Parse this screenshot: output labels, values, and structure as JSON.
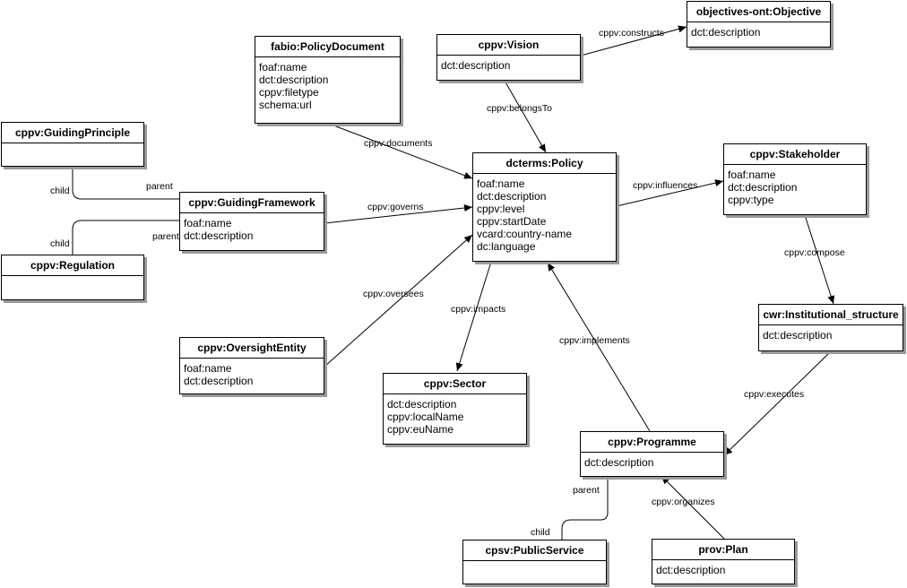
{
  "colors": {
    "stroke": "#000000",
    "shadow": "#9a9a9a",
    "background": "#ffffff"
  },
  "classes": {
    "objective": {
      "title": "objectives-ont:Objective",
      "attributes": [
        "dct:description"
      ]
    },
    "vision": {
      "title": "cppv:Vision",
      "attributes": [
        "dct:description"
      ]
    },
    "policydoc": {
      "title": "fabio:PolicyDocument",
      "attributes": [
        "foaf:name",
        "dct:description",
        "cppv:filetype",
        "schema:url"
      ]
    },
    "guiding": {
      "title": "cppv:GuidingPrinciple",
      "attributes": []
    },
    "framework": {
      "title": "cppv:GuidingFramework",
      "attributes": [
        "foaf:name",
        "dct:description"
      ]
    },
    "regulation": {
      "title": "cppv:Regulation",
      "attributes": []
    },
    "policy": {
      "title": "dcterms:Policy",
      "attributes": [
        "foaf:name",
        "dct:description",
        "cppv:level",
        "cppv:startDate",
        "vcard:country-name",
        "dc:language"
      ]
    },
    "stakeholder": {
      "title": "cppv:Stakeholder",
      "attributes": [
        "foaf:name",
        "dct:description",
        "cppv:type"
      ]
    },
    "oversight": {
      "title": "cppv:OversightEntity",
      "attributes": [
        "foaf:name",
        "dct:description"
      ]
    },
    "sector": {
      "title": "cppv:Sector",
      "attributes": [
        "dct:description",
        "cppv:localName",
        "cppv:euName"
      ]
    },
    "institution": {
      "title": "cwr:Institutional_structure",
      "attributes": [
        "dct:description"
      ]
    },
    "programme": {
      "title": "cppv:Programme",
      "attributes": [
        "dct:description"
      ]
    },
    "publicservice": {
      "title": "cpsv:PublicService",
      "attributes": []
    },
    "plan": {
      "title": "prov:Plan",
      "attributes": [
        "dct:description"
      ]
    }
  },
  "relations": {
    "constructs": "cppv:constructs",
    "belongsTo": "cppv:belongsTo",
    "documents": "cppv:documents",
    "governs": "cppv:governs",
    "influences": "cppv:influences",
    "compose": "cppv:compose",
    "oversees": "cppv:oversees",
    "impacts": "cppv:impacts",
    "implements": "cppv:implements",
    "executes": "cppv:executes",
    "organizes": "cppv:organizes",
    "parent": "parent",
    "child": "child"
  }
}
